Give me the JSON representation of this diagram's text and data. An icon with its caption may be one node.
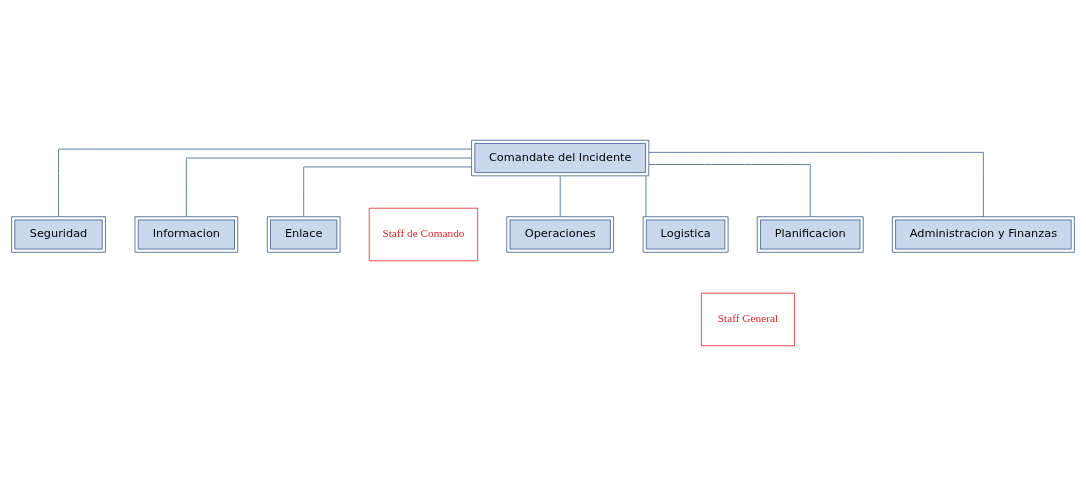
{
  "diagram": {
    "nodes": [
      {
        "text": [
          "Comandate del Incidente"
        ]
      },
      {
        "text": [
          "Seguridad"
        ]
      },
      {
        "text": [
          "Informacion"
        ]
      },
      {
        "text": [
          "Enlace"
        ]
      },
      {
        "text": [
          "Operaciones"
        ]
      },
      {
        "text": [
          "Logistica"
        ]
      },
      {
        "text": [
          "Planificacion"
        ]
      },
      {
        "text": [
          "Administracion y Finanzas"
        ]
      },
      {
        "text": [
          "Staff de Comando"
        ]
      },
      {
        "text": [
          "Staff General"
        ]
      }
    ],
    "edges": [
      {
        "from": 0,
        "to": 1,
        "arrow": "none"
      },
      {
        "from": 0,
        "to": 2,
        "arrow": "none"
      },
      {
        "from": 0,
        "to": 3,
        "arrow": "none"
      },
      {
        "from": 0,
        "to": 4,
        "arrow": "none"
      },
      {
        "from": 0,
        "to": 5,
        "arrow": "none"
      },
      {
        "from": 0,
        "to": 6,
        "arrow": "none"
      },
      {
        "from": 0,
        "to": 7,
        "arrow": "none"
      }
    ]
  }
}
